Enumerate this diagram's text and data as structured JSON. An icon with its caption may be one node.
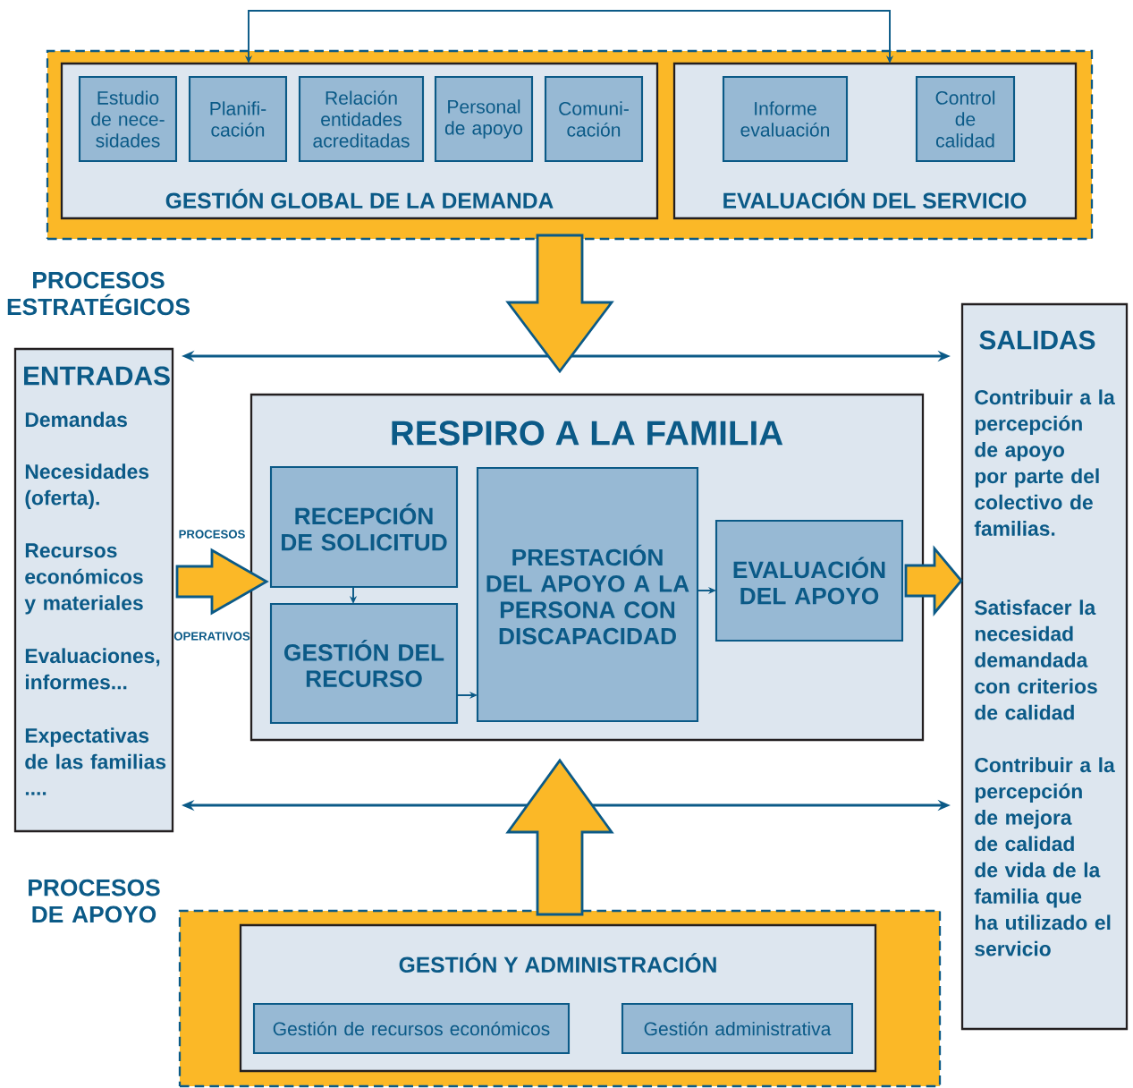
{
  "diagram": {
    "nodes": [
      {
        "text": [],
        "shape": "box"
      },
      {
        "text": [
          "GESTIÓN GLOBAL DE LA DEMANDA"
        ],
        "in": 0
      },
      {
        "text": [
          "Estudio de nece- sidades"
        ],
        "in": 1
      },
      {
        "text": [
          "Planifi- cación"
        ],
        "in": 1
      },
      {
        "text": [
          "Relación entidades acreditadas"
        ],
        "in": 1
      },
      {
        "text": [
          "Personal de apoyo"
        ],
        "in": 1
      },
      {
        "text": [
          "Comuni- cación"
        ],
        "in": 1
      },
      {
        "text": [
          "EVALUACIÓN DEL SERVICIO"
        ],
        "in": 0
      },
      {
        "text": [
          "Informe evaluación"
        ],
        "in": 7
      },
      {
        "text": [
          "Control de calidad"
        ],
        "in": 7
      },
      {
        "text": [],
        "shape": "box"
      },
      {
        "text": [
          "GESTIÓN Y ADMINISTRACIÓN"
        ],
        "in": 10
      },
      {
        "text": [
          "Gestión de recursos económicos"
        ],
        "in": 11
      },
      {
        "text": [
          "Gestión administrativa"
        ],
        "in": 11
      },
      {
        "text": [
          "ENTRADAS",
          "Demandas",
          "Necesidades (oferta).",
          "Recursos económicos y materiales",
          "Evaluaciones, informes...",
          "Expectativas de las familias ...."
        ]
      },
      {
        "text": [
          "RESPIRO A LA FAMILIA"
        ]
      },
      {
        "text": [
          "RECEPCIÓN DE SOLICITUD"
        ],
        "in": 15
      },
      {
        "text": [
          "GESTIÓN DEL RECURSO"
        ],
        "in": 15
      },
      {
        "text": [
          "PRESTACIÓN DEL APOYO A LA PERSONA CON DISCAPACIDAD"
        ],
        "in": 15
      },
      {
        "text": [
          "EVALUACIÓN DEL APOYO"
        ],
        "in": 15
      },
      {
        "text": [
          "SALIDAS",
          "Contribuir a la percepción de apoyo por parte del colectivo de familias.",
          "Satisfacer la necesidad demandada con criterios de calidad",
          "Contribuir a la percepción de mejora de calidad de vida de la familia que ha utilizado el servicio"
        ]
      }
    ],
    "edges": [
      {
        "from": 1,
        "to": 7,
        "arrow": "both"
      },
      {
        "from": 0,
        "to": 15,
        "arrow": "to",
        "style": "thick",
        "color": "#fbb827"
      },
      {
        "from": 10,
        "to": 15,
        "arrow": "to",
        "style": "thick",
        "color": "#fbb827"
      },
      {
        "from": 14,
        "to": 20,
        "arrow": "both"
      },
      {
        "from": 14,
        "to": 20,
        "arrow": "both"
      },
      {
        "from": 14,
        "to": 16,
        "arrow": "to",
        "style": "thick",
        "color": "#fbb827"
      },
      {
        "from": 16,
        "to": 17,
        "arrow": "to"
      },
      {
        "from": 17,
        "to": 18,
        "arrow": "to"
      },
      {
        "from": 18,
        "to": 19,
        "arrow": "to"
      },
      {
        "from": 19,
        "to": 20,
        "arrow": "to",
        "style": "thick",
        "color": "#fbb827"
      }
    ],
    "labels": [
      "PROCESOS ESTRATÉGICOS",
      "PROCESOS",
      "OPERATIVOS",
      "PROCESOS DE APOYO"
    ]
  }
}
